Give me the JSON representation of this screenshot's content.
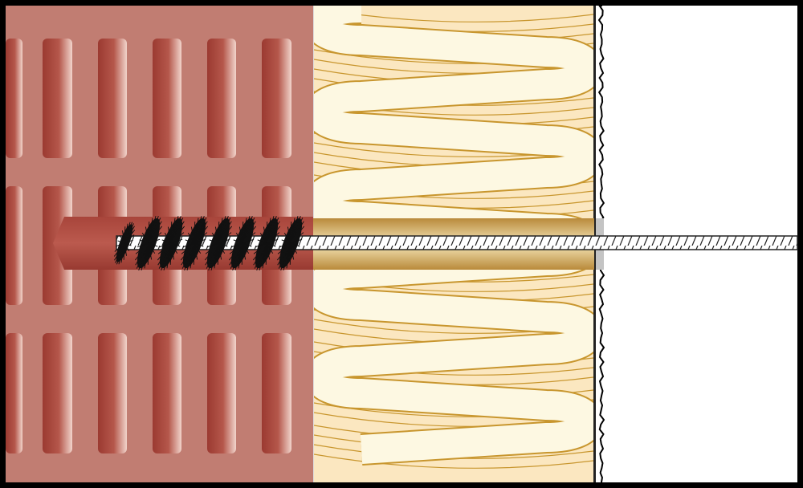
{
  "diagram": {
    "layers": [
      "brick",
      "insulation",
      "air-gap",
      "interior"
    ],
    "colors": {
      "brick": "#c17d72",
      "brick_hole": "#9e3f36",
      "insulation": "#fdf8e2",
      "insulation_line": "#c8962e",
      "insulation_shadow": "#f6ddb0",
      "sleeve": "#d6b46a",
      "brush": "#111111",
      "border": "#000000"
    }
  }
}
